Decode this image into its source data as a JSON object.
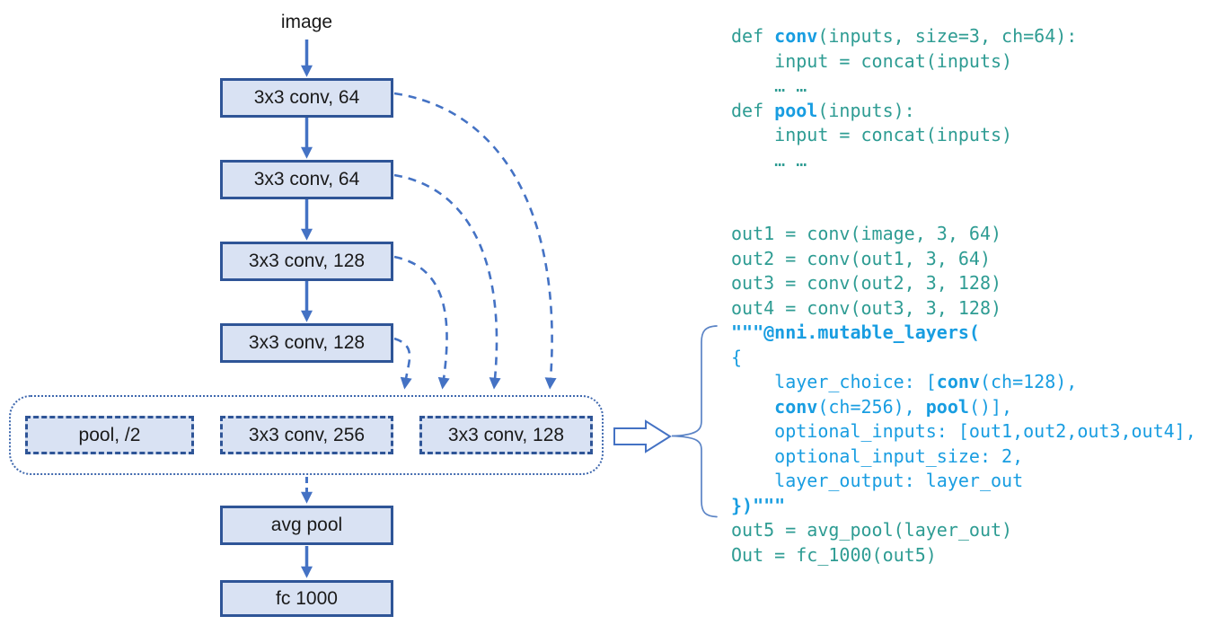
{
  "diagram": {
    "input_label": "image",
    "conv_boxes": [
      {
        "label": "3x3 conv, 64"
      },
      {
        "label": "3x3 conv, 64"
      },
      {
        "label": "3x3 conv, 128"
      },
      {
        "label": "3x3 conv, 128"
      }
    ],
    "mutable_block": {
      "choices": [
        {
          "label": "pool, /2"
        },
        {
          "label": "3x3 conv, 256"
        },
        {
          "label": "3x3 conv, 128"
        }
      ]
    },
    "avg_pool_label": "avg pool",
    "fc_label": "fc 1000"
  },
  "code": {
    "lines": [
      [
        [
          "t",
          "def "
        ],
        [
          "B",
          "conv"
        ],
        [
          "t",
          "(inputs, size=3, ch=64):"
        ]
      ],
      [
        [
          "t",
          "    input = concat(inputs)"
        ]
      ],
      [
        [
          "t",
          "    … …"
        ]
      ],
      [
        [
          "t",
          "def "
        ],
        [
          "B",
          "pool"
        ],
        [
          "t",
          "(inputs):"
        ]
      ],
      [
        [
          "t",
          "    input = concat(inputs)"
        ]
      ],
      [
        [
          "t",
          "    … …"
        ]
      ],
      [],
      [],
      [
        [
          "t",
          "out1 = conv(image, 3, 64)"
        ]
      ],
      [
        [
          "t",
          "out2 = conv(out1, 3, 64)"
        ]
      ],
      [
        [
          "t",
          "out3 = conv(out2, 3, 128)"
        ]
      ],
      [
        [
          "t",
          "out4 = conv(out3, 3, 128)"
        ]
      ],
      [
        [
          "B",
          "\"\"\"@nni.mutable_layers("
        ]
      ],
      [
        [
          "b",
          "{"
        ]
      ],
      [
        [
          "b",
          "    layer_choice: ["
        ],
        [
          "B",
          "conv"
        ],
        [
          "b",
          "(ch=128),"
        ]
      ],
      [
        [
          "b",
          "    "
        ],
        [
          "B",
          "conv"
        ],
        [
          "b",
          "(ch=256), "
        ],
        [
          "B",
          "pool"
        ],
        [
          "b",
          "()],"
        ]
      ],
      [
        [
          "b",
          "    optional_inputs: [out1,out2,out3,out4],"
        ]
      ],
      [
        [
          "b",
          "    optional_input_size: 2,"
        ]
      ],
      [
        [
          "b",
          "    layer_output: layer_out"
        ]
      ],
      [
        [
          "B",
          "})\"\"\""
        ]
      ],
      [
        [
          "t",
          "out5 = avg_pool(layer_out)"
        ]
      ],
      [
        [
          "t",
          "Out = fc_1000(out5)"
        ]
      ]
    ]
  },
  "colors": {
    "box_fill": "#D9E2F3",
    "box_border": "#2F5597",
    "arrow_blue": "#4472C4",
    "container_dotted": "#3F68AE",
    "code_teal": "#2E9C93",
    "code_blue": "#189DE1",
    "brace": "#5B84C6"
  }
}
